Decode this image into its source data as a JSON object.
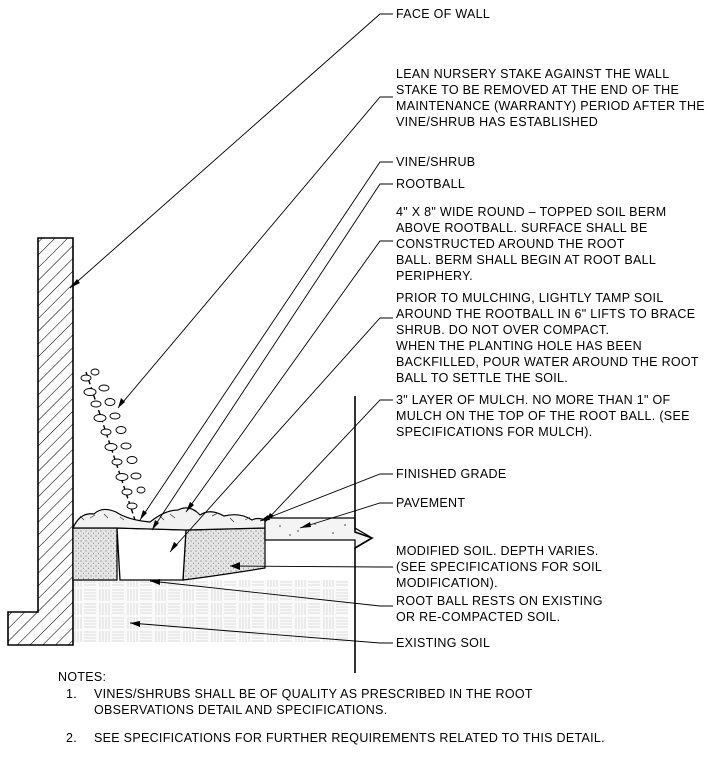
{
  "callouts": {
    "face_of_wall": "FACE OF WALL",
    "nursery_stake": [
      "LEAN NURSERY STAKE AGAINST THE WALL",
      "STAKE TO BE REMOVED AT THE END OF THE",
      "MAINTENANCE (WARRANTY) PERIOD AFTER THE",
      "VINE/SHRUB HAS ESTABLISHED"
    ],
    "vine_shrub": "VINE/SHRUB",
    "rootball": "ROOTBALL",
    "soil_berm": [
      "4\" X 8\" WIDE ROUND – TOPPED SOIL BERM",
      "ABOVE ROOTBALL. SURFACE SHALL BE",
      "CONSTRUCTED AROUND THE ROOT",
      "BALL. BERM SHALL BEGIN AT ROOT BALL",
      "PERIPHERY."
    ],
    "tamp_soil": [
      "PRIOR TO MULCHING, LIGHTLY TAMP SOIL",
      "AROUND THE ROOTBALL IN 6\" LIFTS TO BRACE",
      "SHRUB. DO NOT OVER COMPACT.",
      "WHEN THE PLANTING HOLE HAS BEEN",
      "BACKFILLED, POUR WATER AROUND THE ROOT",
      "BALL TO SETTLE THE SOIL."
    ],
    "mulch": [
      "3\" LAYER OF MULCH. NO MORE THAN 1\" OF",
      "MULCH ON THE TOP OF THE ROOT BALL. (SEE",
      "SPECIFICATIONS FOR MULCH)."
    ],
    "finished_grade": "FINISHED GRADE",
    "pavement": "PAVEMENT",
    "modified_soil": [
      "MODIFIED SOIL. DEPTH VARIES.",
      "(SEE SPECIFICATIONS FOR SOIL",
      "MODIFICATION)."
    ],
    "root_ball_rests": [
      "ROOT BALL RESTS ON EXISTING",
      "OR RE-COMPACTED SOIL."
    ],
    "existing_soil": "EXISTING SOIL"
  },
  "notes": {
    "heading": "NOTES:",
    "items": [
      {
        "num": "1.",
        "lines": [
          "VINES/SHRUBS SHALL BE OF QUALITY AS PRESCRIBED IN THE ROOT",
          "OBSERVATIONS DETAIL AND SPECIFICATIONS."
        ]
      },
      {
        "num": "2.",
        "lines": [
          "SEE SPECIFICATIONS FOR FURTHER REQUIREMENTS RELATED TO THIS DETAIL."
        ]
      }
    ]
  },
  "colors": {
    "line": "#000000",
    "background": "#ffffff",
    "soil_fill": "#d8d8d8"
  }
}
